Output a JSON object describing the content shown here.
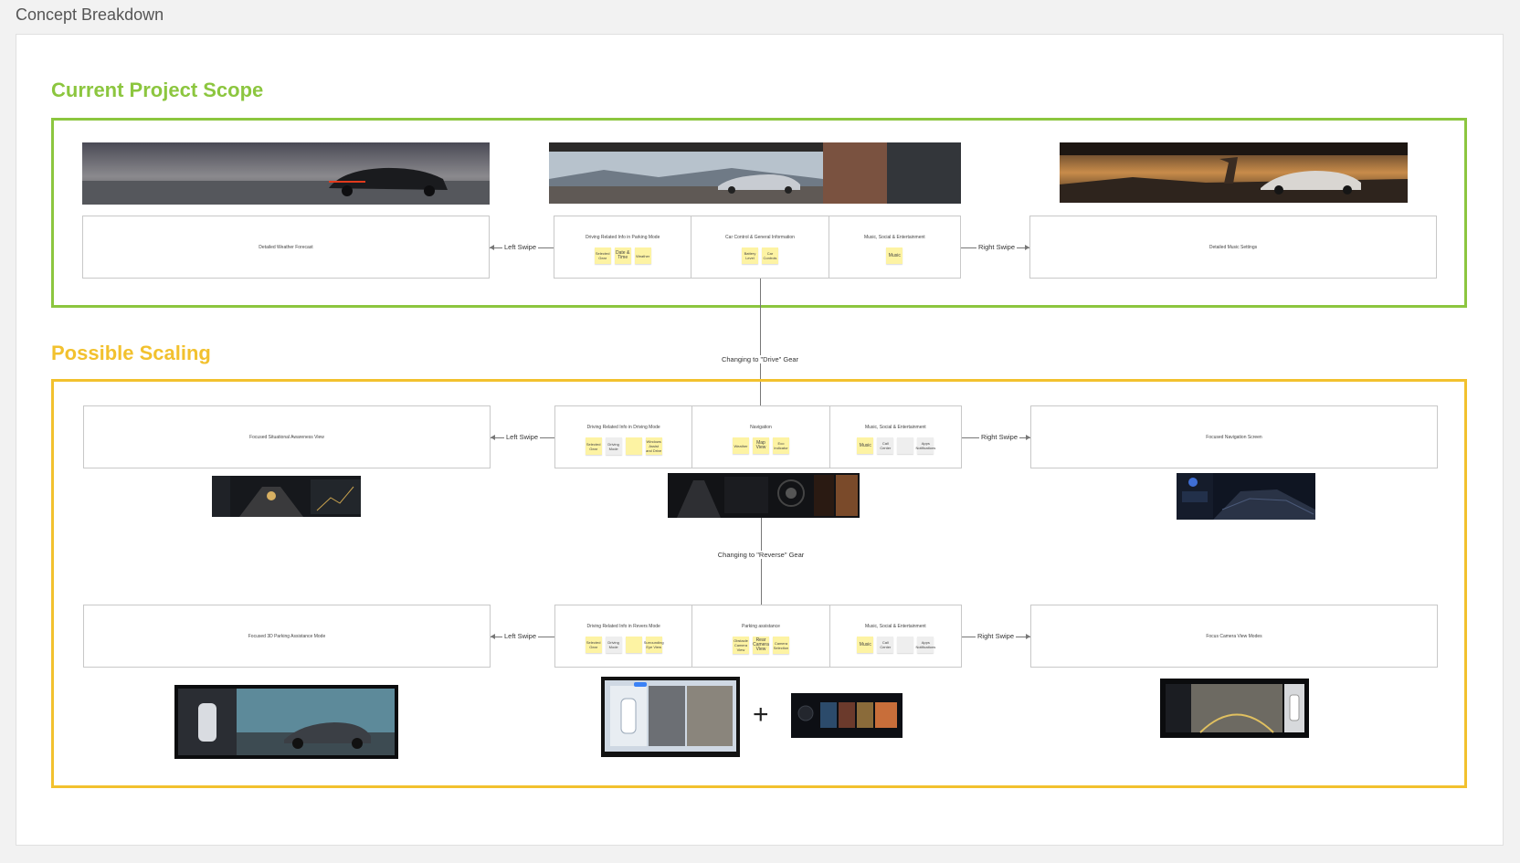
{
  "page": {
    "title": "Concept Breakdown"
  },
  "colors": {
    "scope_green": "#8cc63f",
    "scaling_yellow": "#f2c12e",
    "sticky": "#fdf3a3"
  },
  "current_scope": {
    "title": "Current Project Scope",
    "left_panel": "Detailed Weather Forecast",
    "right_panel": "Detailed Music Settings",
    "left_connector": "Left Swipe",
    "right_connector": "Right Swipe",
    "cells": [
      {
        "title": "Driving Related Info in Parking Mode",
        "notes": [
          "Selected Gear",
          "Date & Time",
          "Weather"
        ]
      },
      {
        "title": "Car Control & General Information",
        "notes": [
          "Battery Level",
          "Car Controls"
        ]
      },
      {
        "title": "Music, Social & Entertainment",
        "notes": [
          "Music"
        ]
      }
    ]
  },
  "transition_drive": "Changing to \"Drive\" Gear",
  "possible_scaling": {
    "title": "Possible Scaling",
    "drive": {
      "left_panel": "Focused Situational Awareness View",
      "right_panel": "Focused Navigation Screen",
      "left_connector": "Left Swipe",
      "right_connector": "Right Swipe",
      "cells": [
        {
          "title": "Driving Related Info in Driving Mode",
          "notes": [
            "Selected Gear",
            "Driving Mode",
            "",
            "Windows Assist and Drive"
          ]
        },
        {
          "title": "Navigation",
          "notes": [
            "Weather",
            "Map View",
            "Eco Indicator"
          ]
        },
        {
          "title": "Music, Social & Entertainment",
          "notes": [
            "Music",
            "Call Center",
            "",
            "Apps Notifications"
          ]
        }
      ]
    },
    "transition_reverse": "Changing to \"Reverse\" Gear",
    "reverse": {
      "left_panel": "Focused 3D Parking Assistance Mode",
      "right_panel": "Focus Camera View Modes",
      "left_connector": "Left Swipe",
      "right_connector": "Right Swipe",
      "cells": [
        {
          "title": "Driving Related Info in Revers Mode",
          "notes": [
            "Selected Gear",
            "Driving Mode",
            "",
            "Surrounding Eye View"
          ]
        },
        {
          "title": "Parking assistance",
          "notes": [
            "Obstacle Camera View",
            "Rear Camera View",
            "Camera Selection"
          ]
        },
        {
          "title": "Music, Social & Entertainment",
          "notes": [
            "Music",
            "Call Center",
            "",
            "Apps Notifications"
          ]
        }
      ]
    },
    "plus_sign": "+"
  }
}
